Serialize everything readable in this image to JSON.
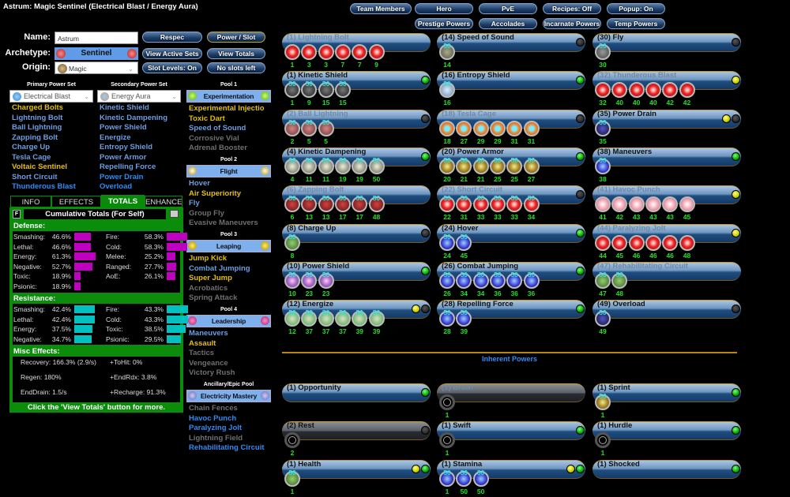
{
  "title": "Astrum: Magic Sentinel (Electrical Blast / Energy Aura)",
  "top_buttons": [
    "Team Members",
    "Hero",
    "PvE",
    "Recipes: Off",
    "Popup: On",
    "Prestige Powers",
    "Accolades",
    "Incarnate Powers",
    "Temp Powers"
  ],
  "char": {
    "name_label": "Name:",
    "name_value": "Astrum",
    "archetype_label": "Archetype:",
    "archetype": "Sentinel",
    "origin_label": "Origin:",
    "origin": "Magic"
  },
  "side_buttons": [
    "Respec",
    "Power / Slot",
    "View Active Sets",
    "View Totals",
    "Slot Levels: On",
    "No slots left"
  ],
  "sets": {
    "primary": {
      "header": "Primary Power Set",
      "value": "Electrical Blast",
      "powers": [
        [
          "Charged Bolts",
          "y"
        ],
        [
          "Lightning Bolt",
          "lb"
        ],
        [
          "Ball Lightning",
          "lb"
        ],
        [
          "Zapping Bolt",
          "lb"
        ],
        [
          "Charge Up",
          "lb"
        ],
        [
          "Tesla Cage",
          "lb"
        ],
        [
          "Voltaic Sentinel",
          "y"
        ],
        [
          "Short Circuit",
          "lb"
        ],
        [
          "Thunderous Blast",
          "bb"
        ]
      ]
    },
    "secondary": {
      "header": "Secondary Power Set",
      "value": "Energy Aura",
      "powers": [
        [
          "Kinetic Shield",
          "lb"
        ],
        [
          "Kinetic Dampening",
          "lb"
        ],
        [
          "Power Shield",
          "lb"
        ],
        [
          "Energize",
          "lb"
        ],
        [
          "Entropy Shield",
          "lb"
        ],
        [
          "Power Armor",
          "lb"
        ],
        [
          "Repelling Force",
          "lb"
        ],
        [
          "Power Drain",
          "bb"
        ],
        [
          "Overload",
          "bb"
        ]
      ]
    }
  },
  "pools": [
    {
      "header": "Pool 1",
      "name": "Experimentation",
      "powers": [
        [
          "Experimental Injectio",
          "y"
        ],
        [
          "Toxic Dart",
          "y"
        ],
        [
          "Speed of Sound",
          "lb"
        ],
        [
          "Corrosive Vial",
          "g"
        ],
        [
          "Adrenal Booster",
          "g"
        ]
      ]
    },
    {
      "header": "Pool 2",
      "name": "Flight",
      "powers": [
        [
          "Hover",
          "lb"
        ],
        [
          "Air Superiority",
          "y"
        ],
        [
          "Fly",
          "lb"
        ],
        [
          "Group Fly",
          "g"
        ],
        [
          "Evasive Maneuvers",
          "g"
        ]
      ]
    },
    {
      "header": "Pool 3",
      "name": "Leaping",
      "powers": [
        [
          "Jump Kick",
          "y"
        ],
        [
          "Combat Jumping",
          "lb"
        ],
        [
          "Super Jump",
          "y"
        ],
        [
          "Acrobatics",
          "g"
        ],
        [
          "Spring Attack",
          "g"
        ]
      ]
    },
    {
      "header": "Pool 4",
      "name": "Leadership",
      "powers": [
        [
          "Maneuvers",
          "lb"
        ],
        [
          "Assault",
          "y"
        ],
        [
          "Tactics",
          "g"
        ],
        [
          "Vengeance",
          "g"
        ],
        [
          "Victory Rush",
          "g"
        ]
      ]
    },
    {
      "header": "Ancillary/Epic Pool",
      "name": "Electricity Mastery",
      "powers": [
        [
          "Chain Fences",
          "g"
        ],
        [
          "Havoc Punch",
          "bb"
        ],
        [
          "Paralyzing Jolt",
          "bb"
        ],
        [
          "Lightning Field",
          "g"
        ],
        [
          "Rehabilitating Circuit",
          "bb"
        ]
      ]
    }
  ],
  "totals": {
    "tabs": [
      "INFO",
      "EFFECTS",
      "TOTALS",
      "ENHANCE"
    ],
    "active_tab": "TOTALS",
    "f_button": "F",
    "header": "Cumulative Totals (For Self)",
    "defense_label": "Defense:",
    "defense": [
      [
        "Smashing:",
        "46.6%",
        46.6
      ],
      [
        "Lethal:",
        "46.6%",
        46.6
      ],
      [
        "Energy:",
        "61.3%",
        61.3
      ],
      [
        "Negative:",
        "52.7%",
        52.7
      ],
      [
        "Toxic:",
        "18.9%",
        18.9
      ],
      [
        "Psionic:",
        "18.9%",
        18.9
      ],
      [
        "Fire:",
        "58.3%",
        58.3
      ],
      [
        "Cold:",
        "58.3%",
        58.3
      ],
      [
        "Melee:",
        "25.2%",
        25.2
      ],
      [
        "Ranged:",
        "27.7%",
        27.7
      ],
      [
        "AoE:",
        "26.1%",
        26.1
      ]
    ],
    "resistance_label": "Resistance:",
    "resistance": [
      [
        "Smashing:",
        "42.4%",
        42.4
      ],
      [
        "Lethal:",
        "42.4%",
        42.4
      ],
      [
        "Energy:",
        "37.5%",
        37.5
      ],
      [
        "Negative:",
        "34.7%",
        34.7
      ],
      [
        "Fire:",
        "43.3%",
        43.3
      ],
      [
        "Cold:",
        "43.3%",
        43.3
      ],
      [
        "Toxic:",
        "38.5%",
        38.5
      ],
      [
        "Psionic:",
        "29.5%",
        29.5
      ]
    ],
    "misc_label": "Misc Effects:",
    "misc": [
      "Recovery: 166.3% (2.9/s)",
      "+ToHit: 0%",
      "Regen: 180%",
      "+EndRdx: 3.8%",
      "EndDrain: 1.5/s",
      "+Recharge: 91.3%"
    ],
    "footer": "Click the 'View Totals' button for more."
  },
  "colors": {
    "defense_bar": "#c000c0",
    "resistance_bar": "#00c0c0",
    "taken": "#e3c000",
    "available": "#6c9ee0",
    "picked": "#2f8cf5"
  },
  "powers": [
    {
      "name": "(1) Lightning Bolt",
      "dim": true,
      "lights": [],
      "enh": "red",
      "slots": [
        [
          1,
          ""
        ],
        [
          3,
          ""
        ],
        [
          3,
          ""
        ],
        [
          7,
          ""
        ],
        [
          7,
          ""
        ],
        [
          9,
          ""
        ]
      ]
    },
    {
      "name": "(1) Kinetic Shield",
      "lights": [
        "green"
      ],
      "enh": "dark",
      "slots": [
        [
          1,
          "50"
        ],
        [
          9,
          "50"
        ],
        [
          15,
          "50"
        ],
        [
          15,
          "50"
        ]
      ]
    },
    {
      "name": "(2) Ball Lightning",
      "dim": true,
      "lights": [
        "black"
      ],
      "enh": "rust",
      "slots": [
        [
          2,
          "50"
        ],
        [
          5,
          "50"
        ],
        [
          5,
          "50"
        ]
      ]
    },
    {
      "name": "(4) Kinetic Dampening",
      "lights": [
        "green"
      ],
      "enh": "silver",
      "slots": [
        [
          4,
          "30"
        ],
        [
          11,
          "50"
        ],
        [
          11,
          "50"
        ],
        [
          19,
          "50"
        ],
        [
          19,
          "50"
        ],
        [
          50,
          "50"
        ]
      ]
    },
    {
      "name": "(6) Zapping Bolt",
      "dim": true,
      "lights": [],
      "enh": "darkred",
      "slots": [
        [
          6,
          "50"
        ],
        [
          13,
          "50"
        ],
        [
          13,
          "50"
        ],
        [
          17,
          "50"
        ],
        [
          17,
          "50"
        ],
        [
          48,
          "50"
        ]
      ]
    },
    {
      "name": "(8) Charge Up",
      "lights": [
        "black"
      ],
      "enh": "green",
      "slots": [
        [
          8,
          "50"
        ]
      ]
    },
    {
      "name": "(10) Power Shield",
      "lights": [
        "green"
      ],
      "enh": "purple",
      "slots": [
        [
          10,
          "50"
        ],
        [
          23,
          "50"
        ],
        [
          23,
          "50"
        ]
      ]
    },
    {
      "name": "(12) Energize",
      "lights": [
        "yellow",
        "black"
      ],
      "enh": "olive",
      "slots": [
        [
          12,
          "50"
        ],
        [
          37,
          "50"
        ],
        [
          37,
          "50"
        ],
        [
          37,
          "50"
        ],
        [
          39,
          "50"
        ],
        [
          39,
          "50"
        ]
      ]
    },
    {
      "name": "(14) Speed of Sound",
      "lights": [
        "black"
      ],
      "enh": "khaki",
      "slots": [
        [
          14,
          "50"
        ]
      ]
    },
    {
      "name": "(16) Entropy Shield",
      "lights": [
        "green"
      ],
      "enh": "steel",
      "slots": [
        [
          16,
          "50"
        ]
      ]
    },
    {
      "name": "(18) Tesla Cage",
      "dim": true,
      "lights": [
        "black"
      ],
      "enh": "orange",
      "slots": [
        [
          18,
          ""
        ],
        [
          27,
          ""
        ],
        [
          29,
          ""
        ],
        [
          29,
          ""
        ],
        [
          31,
          ""
        ],
        [
          31,
          ""
        ]
      ]
    },
    {
      "name": "(20) Power Armor",
      "lights": [
        "green"
      ],
      "enh": "gold",
      "slots": [
        [
          20,
          "50"
        ],
        [
          21,
          "50"
        ],
        [
          21,
          "50"
        ],
        [
          25,
          "50"
        ],
        [
          25,
          "50"
        ],
        [
          27,
          "50"
        ]
      ]
    },
    {
      "name": "(22) Short Circuit",
      "dim": true,
      "lights": [
        "black"
      ],
      "enh": "red",
      "slots": [
        [
          22,
          "50"
        ],
        [
          31,
          "50"
        ],
        [
          33,
          "50"
        ],
        [
          33,
          "50"
        ],
        [
          33,
          "50"
        ],
        [
          34,
          "50"
        ]
      ]
    },
    {
      "name": "(24) Hover",
      "lights": [
        "green"
      ],
      "enh": "blue",
      "slots": [
        [
          24,
          "50"
        ],
        [
          45,
          "50"
        ]
      ]
    },
    {
      "name": "(26) Combat Jumping",
      "lights": [
        "green"
      ],
      "enh": "blue",
      "slots": [
        [
          26,
          "50"
        ],
        [
          34,
          "50"
        ],
        [
          34,
          "50"
        ],
        [
          36,
          "50"
        ],
        [
          36,
          "50"
        ],
        [
          36,
          "50"
        ]
      ]
    },
    {
      "name": "(28) Repelling Force",
      "lights": [
        "green"
      ],
      "enh": "blue",
      "slots": [
        [
          28,
          "50"
        ],
        [
          39,
          "50"
        ]
      ]
    },
    {
      "name": "(30) Fly",
      "lights": [
        "black"
      ],
      "enh": "grey",
      "slots": [
        [
          30,
          "50"
        ]
      ]
    },
    {
      "name": "(32) Thunderous Blast",
      "dim": true,
      "lights": [
        "yellow"
      ],
      "enh": "red",
      "slots": [
        [
          32,
          ""
        ],
        [
          40,
          ""
        ],
        [
          40,
          ""
        ],
        [
          40,
          ""
        ],
        [
          42,
          ""
        ],
        [
          42,
          ""
        ]
      ]
    },
    {
      "name": "(35) Power Drain",
      "lights": [
        "yellow",
        "black"
      ],
      "enh": "navy",
      "slots": [
        [
          35,
          "50"
        ]
      ]
    },
    {
      "name": "(38) Maneuvers",
      "lights": [
        "green"
      ],
      "enh": "blue",
      "slots": [
        [
          38,
          "50"
        ]
      ]
    },
    {
      "name": "(41) Havoc Punch",
      "dim": true,
      "lights": [
        "yellow"
      ],
      "enh": "pink",
      "slots": [
        [
          41,
          ""
        ],
        [
          42,
          ""
        ],
        [
          43,
          ""
        ],
        [
          43,
          ""
        ],
        [
          43,
          ""
        ],
        [
          45,
          ""
        ]
      ]
    },
    {
      "name": "(44) Paralyzing Jolt",
      "dim": true,
      "lights": [
        "yellow"
      ],
      "enh": "red",
      "slots": [
        [
          44,
          ""
        ],
        [
          45,
          ""
        ],
        [
          46,
          ""
        ],
        [
          46,
          ""
        ],
        [
          46,
          ""
        ],
        [
          48,
          ""
        ]
      ]
    },
    {
      "name": "(47) Rehabilitating Circuit",
      "dim": true,
      "lights": [],
      "enh": "green",
      "slots": [
        [
          47,
          "50"
        ],
        [
          48,
          "50"
        ]
      ]
    },
    {
      "name": "(49) Overload",
      "lights": [
        "black"
      ],
      "enh": "navy",
      "slots": [
        [
          49,
          "50"
        ]
      ]
    }
  ],
  "inherent_label": "Inherent Powers",
  "inherent": [
    {
      "name": "(1) Opportunity",
      "lights": [
        "green"
      ],
      "slots": []
    },
    {
      "name": "(2) Rest",
      "bar": "grey",
      "lights": [
        "black"
      ],
      "enh": "empty",
      "slots": [
        [
          2,
          ""
        ]
      ]
    },
    {
      "name": "(1) Health",
      "lights": [
        "yellow",
        "green"
      ],
      "enh": "green",
      "slots": [
        [
          1,
          "50"
        ]
      ]
    },
    {
      "name": "(1) Brawl",
      "dim": true,
      "bar": "grey",
      "lights": [],
      "enh": "empty",
      "slots": [
        [
          1,
          ""
        ]
      ]
    },
    {
      "name": "(1) Swift",
      "lights": [
        "green"
      ],
      "enh": "empty",
      "slots": [
        [
          1,
          ""
        ]
      ]
    },
    {
      "name": "(1) Stamina",
      "lights": [
        "yellow",
        "green"
      ],
      "enh": "blue",
      "slots": [
        [
          1,
          "50"
        ],
        [
          50,
          "50"
        ],
        [
          50,
          "50"
        ]
      ]
    },
    {
      "name": "(1) Sprint",
      "lights": [
        "green"
      ],
      "enh": "gold",
      "slots": [
        [
          1,
          "50"
        ]
      ]
    },
    {
      "name": "(1) Hurdle",
      "lights": [
        "green"
      ],
      "enh": "empty",
      "slots": [
        [
          1,
          ""
        ]
      ]
    },
    {
      "name": "(1) Shocked",
      "lights": [
        "green"
      ],
      "slots": []
    }
  ]
}
